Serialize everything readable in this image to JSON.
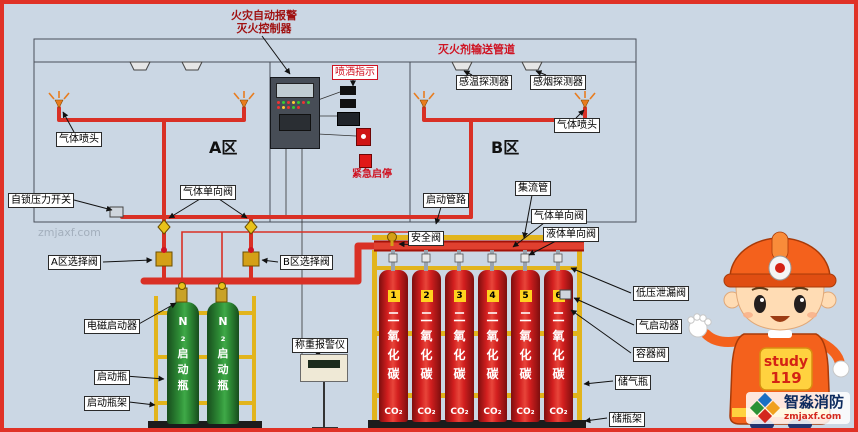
{
  "controller_title": {
    "line1": "火灾自动报警",
    "line2": "灭火控制器"
  },
  "zones": {
    "a": "A区",
    "b": "B区"
  },
  "labels": {
    "agent_pipe": "灭火剂输送管道",
    "spray_indicator": "喷洒指示",
    "heat_detector": "感温探测器",
    "smoke_detector": "感烟探测器",
    "gas_nozzle_left": "气体喷头",
    "gas_nozzle_right": "气体喷头",
    "emergency_stop": "紧急启停",
    "pressure_switch": "自锁压力开关",
    "gas_check_valve_left": "气体单向阀",
    "start_pipeline": "启动管路",
    "manifold": "集流管",
    "gas_check_valve_right": "气体单向阀",
    "liquid_check_valve": "液体单向阀",
    "safety_valve": "安全阀",
    "selector_valve_a": "A区选择阀",
    "selector_valve_b": "B区选择阀",
    "low_pressure_leak_valve": "低压泄漏阀",
    "gas_starter": "气启动器",
    "container_valve": "容器阀",
    "solenoid_starter": "电磁启动器",
    "weighing_alarm": "称重报警仪",
    "start_bottle": "启动瓶",
    "start_bottle_rack": "启动瓶架",
    "storage_bottle": "储气瓶",
    "storage_bottle_rack": "储瓶架"
  },
  "cylinders": {
    "co2": [
      {
        "num": "1",
        "name": "二氧化碳",
        "sub": "CO₂"
      },
      {
        "num": "2",
        "name": "二氧化碳",
        "sub": "CO₂"
      },
      {
        "num": "3",
        "name": "二氧化碳",
        "sub": "CO₂"
      },
      {
        "num": "4",
        "name": "二氧化碳",
        "sub": "CO₂"
      },
      {
        "num": "5",
        "name": "二氧化碳",
        "sub": "CO₂"
      },
      {
        "num": "6",
        "name": "二氧化碳",
        "sub": "CO₂"
      }
    ],
    "n2": [
      {
        "name": "N₂启动瓶"
      },
      {
        "name": "N₂启动瓶"
      }
    ]
  },
  "mascot": {
    "badge_line1": "study",
    "badge_line2": "119"
  },
  "logo": {
    "brand": "智淼消防",
    "site": "zmjaxf.com"
  },
  "watermark": "zmjaxf.com",
  "colors": {
    "pipe_red": "#d93025",
    "rack_yellow": "#e2b41c",
    "cylinder_red": "#c5161d",
    "bottle_green": "#2d8a34",
    "label_red": "#cf1322"
  }
}
